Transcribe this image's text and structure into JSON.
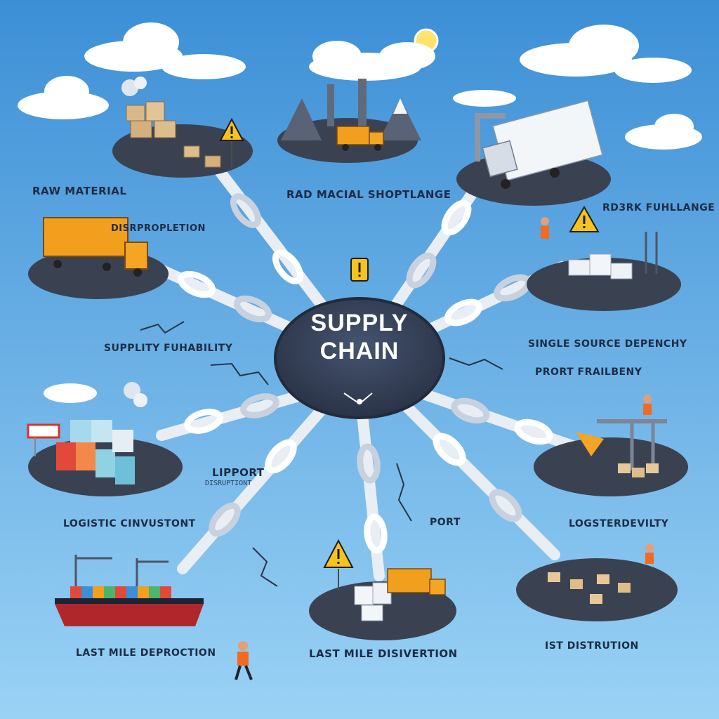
{
  "hub": {
    "line1": "SUPPLY",
    "line2": "CHAIN"
  },
  "labels": {
    "raw_material": "RAW MATERIAL",
    "disruption_top_left": "DISRPROPLETION",
    "top_center": "RAD MACIAL SHOPTLANGE",
    "top_right": "RD3RK FUHLLANGE",
    "supplity": "SUPPLITY FUHABILITY",
    "single_source": "SINGLE SOURCE DEPENCHY",
    "pront": "PRORT FRAILBENY",
    "lipport": "LIPPORT",
    "lipport_sub": "DISRUPTIONT",
    "logistic": "LOGISTIC CINVUSTONT",
    "port": "PORT",
    "logaster": "LOGSTERDEVILTY",
    "last_mile_left": "LAST MILE DEPROCTION",
    "last_mile_center": "LAST MILE DISIVERTION",
    "ist": "IST DISTRUTION"
  },
  "colors": {
    "sky_top": "#3c8fd6",
    "sky_bottom": "#9ad2f5",
    "platform": "#3a4252",
    "hub": "#344055",
    "chain": "#e9eef5",
    "warning": "#f6c21c",
    "truck_orange": "#f29f1d"
  }
}
